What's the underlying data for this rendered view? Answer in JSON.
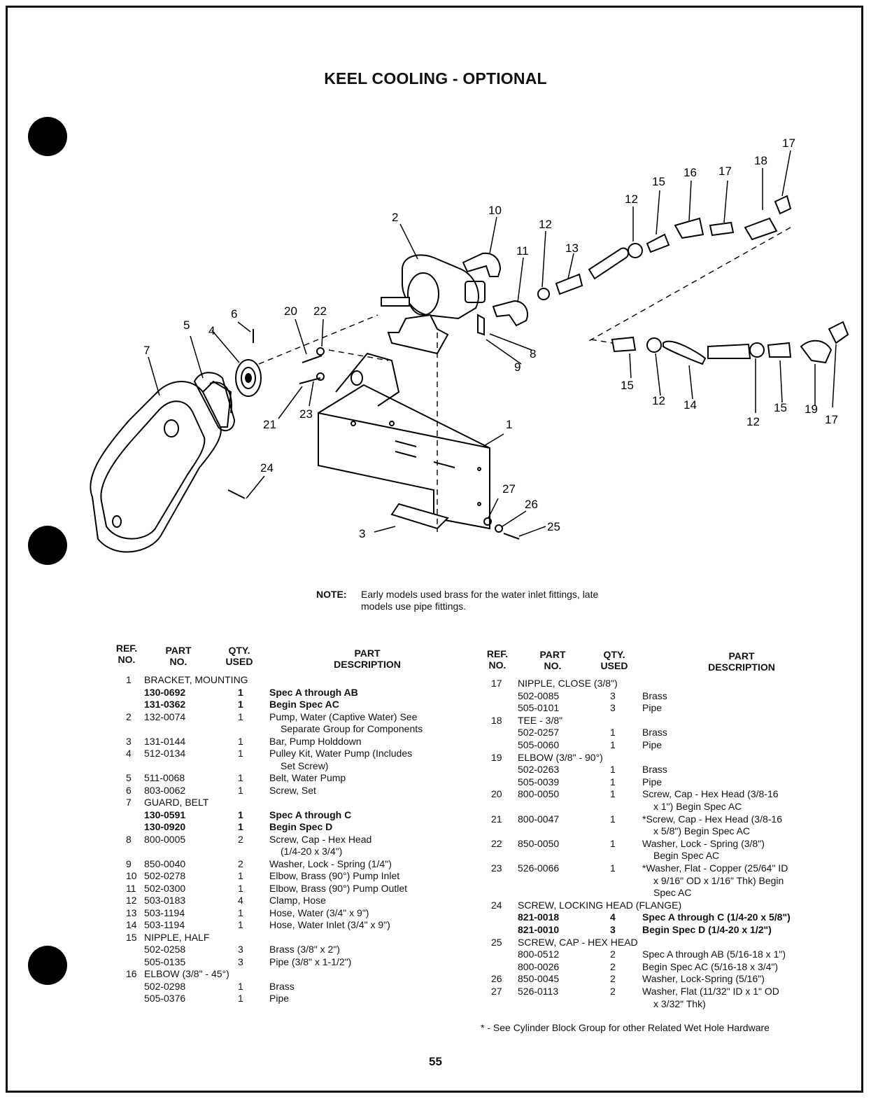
{
  "title": "KEEL COOLING - OPTIONAL",
  "note": {
    "label": "NOTE:",
    "line1": "Early models used brass for the water inlet fittings, late",
    "line2": "models use pipe fittings."
  },
  "headers": {
    "ref": [
      "REF.",
      "NO."
    ],
    "part": [
      "PART",
      "NO."
    ],
    "qty": [
      "QTY.",
      "USED"
    ],
    "desc": [
      "PART",
      "DESCRIPTION"
    ]
  },
  "callouts": [
    "17",
    "18",
    "16",
    "17",
    "15",
    "12",
    "10",
    "2",
    "12",
    "13",
    "11",
    "20",
    "22",
    "6",
    "4",
    "5",
    "7",
    "8",
    "9",
    "21",
    "23",
    "1",
    "15",
    "12",
    "14",
    "12",
    "15",
    "19",
    "17",
    "24",
    "27",
    "26",
    "25",
    "3"
  ],
  "left_rows": [
    {
      "ref": "1",
      "part": "BRACKET, MOUNTING",
      "qty": "",
      "desc": "",
      "cls": "group"
    },
    {
      "ref": "",
      "part": "130-0692",
      "qty": "1",
      "desc": "Spec A through AB",
      "cls": "bold"
    },
    {
      "ref": "",
      "part": "131-0362",
      "qty": "1",
      "desc": "Begin Spec AC",
      "cls": "bold"
    },
    {
      "ref": "2",
      "part": "132-0074",
      "qty": "1",
      "desc": "Pump, Water (Captive Water) See",
      "cls": ""
    },
    {
      "ref": "",
      "part": "",
      "qty": "",
      "desc": "Separate Group for Components",
      "cls": "indent"
    },
    {
      "ref": "3",
      "part": "131-0144",
      "qty": "1",
      "desc": "Bar, Pump Holddown",
      "cls": ""
    },
    {
      "ref": "4",
      "part": "512-0134",
      "qty": "1",
      "desc": "Pulley Kit, Water Pump (Includes",
      "cls": ""
    },
    {
      "ref": "",
      "part": "",
      "qty": "",
      "desc": "Set Screw)",
      "cls": "indent"
    },
    {
      "ref": "5",
      "part": "511-0068",
      "qty": "1",
      "desc": "Belt, Water Pump",
      "cls": ""
    },
    {
      "ref": "6",
      "part": "803-0062",
      "qty": "1",
      "desc": "Screw, Set",
      "cls": ""
    },
    {
      "ref": "7",
      "part": "GUARD, BELT",
      "qty": "",
      "desc": "",
      "cls": "group"
    },
    {
      "ref": "",
      "part": "130-0591",
      "qty": "1",
      "desc": "Spec A through C",
      "cls": "bold"
    },
    {
      "ref": "",
      "part": "130-0920",
      "qty": "1",
      "desc": "Begin Spec D",
      "cls": "bold"
    },
    {
      "ref": "8",
      "part": "800-0005",
      "qty": "2",
      "desc": "Screw, Cap - Hex Head",
      "cls": ""
    },
    {
      "ref": "",
      "part": "",
      "qty": "",
      "desc": "(1/4-20 x 3/4\")",
      "cls": "indent"
    },
    {
      "ref": "9",
      "part": "850-0040",
      "qty": "2",
      "desc": "Washer, Lock - Spring (1/4\")",
      "cls": ""
    },
    {
      "ref": "10",
      "part": "502-0278",
      "qty": "1",
      "desc": "Elbow, Brass (90°) Pump Inlet",
      "cls": ""
    },
    {
      "ref": "11",
      "part": "502-0300",
      "qty": "1",
      "desc": "Elbow, Brass (90°) Pump Outlet",
      "cls": ""
    },
    {
      "ref": "12",
      "part": "503-0183",
      "qty": "4",
      "desc": "Clamp, Hose",
      "cls": ""
    },
    {
      "ref": "13",
      "part": "503-1194",
      "qty": "1",
      "desc": "Hose, Water (3/4\" x 9\")",
      "cls": ""
    },
    {
      "ref": "14",
      "part": "503-1194",
      "qty": "1",
      "desc": "Hose, Water Inlet (3/4\" x 9\")",
      "cls": ""
    },
    {
      "ref": "15",
      "part": "NIPPLE, HALF",
      "qty": "",
      "desc": "",
      "cls": "group"
    },
    {
      "ref": "",
      "part": "502-0258",
      "qty": "3",
      "desc": "Brass (3/8\" x 2\")",
      "cls": ""
    },
    {
      "ref": "",
      "part": "505-0135",
      "qty": "3",
      "desc": "Pipe (3/8\" x 1-1/2\")",
      "cls": ""
    },
    {
      "ref": "16",
      "part": "ELBOW (3/8\" - 45°)",
      "qty": "",
      "desc": "",
      "cls": "group"
    },
    {
      "ref": "",
      "part": "502-0298",
      "qty": "1",
      "desc": "Brass",
      "cls": ""
    },
    {
      "ref": "",
      "part": "505-0376",
      "qty": "1",
      "desc": "Pipe",
      "cls": ""
    }
  ],
  "right_rows": [
    {
      "ref": "17",
      "part": "NIPPLE, CLOSE (3/8\")",
      "qty": "",
      "desc": "",
      "cls": "group"
    },
    {
      "ref": "",
      "part": "502-0085",
      "qty": "3",
      "desc": "Brass",
      "cls": ""
    },
    {
      "ref": "",
      "part": "505-0101",
      "qty": "3",
      "desc": "Pipe",
      "cls": ""
    },
    {
      "ref": "18",
      "part": "TEE - 3/8\"",
      "qty": "",
      "desc": "",
      "cls": "group"
    },
    {
      "ref": "",
      "part": "502-0257",
      "qty": "1",
      "desc": "Brass",
      "cls": ""
    },
    {
      "ref": "",
      "part": "505-0060",
      "qty": "1",
      "desc": "Pipe",
      "cls": ""
    },
    {
      "ref": "19",
      "part": "ELBOW (3/8\" - 90°)",
      "qty": "",
      "desc": "",
      "cls": "group"
    },
    {
      "ref": "",
      "part": "502-0263",
      "qty": "1",
      "desc": "Brass",
      "cls": ""
    },
    {
      "ref": "",
      "part": "505-0039",
      "qty": "1",
      "desc": "Pipe",
      "cls": ""
    },
    {
      "ref": "20",
      "part": "800-0050",
      "qty": "1",
      "desc": "Screw, Cap - Hex Head (3/8-16",
      "cls": ""
    },
    {
      "ref": "",
      "part": "",
      "qty": "",
      "desc": "x 1\") Begin Spec AC",
      "cls": "indent"
    },
    {
      "ref": "21",
      "part": "800-0047",
      "qty": "1",
      "desc": "*Screw, Cap - Hex Head (3/8-16",
      "cls": ""
    },
    {
      "ref": "",
      "part": "",
      "qty": "",
      "desc": "x 5/8\") Begin Spec AC",
      "cls": "indent"
    },
    {
      "ref": "22",
      "part": "850-0050",
      "qty": "1",
      "desc": "Washer, Lock - Spring (3/8\")",
      "cls": ""
    },
    {
      "ref": "",
      "part": "",
      "qty": "",
      "desc": "Begin Spec AC",
      "cls": "indent"
    },
    {
      "ref": "23",
      "part": "526-0066",
      "qty": "1",
      "desc": "*Washer, Flat - Copper (25/64\" ID",
      "cls": ""
    },
    {
      "ref": "",
      "part": "",
      "qty": "",
      "desc": "x 9/16\" OD x 1/16\" Thk) Begin",
      "cls": "indent"
    },
    {
      "ref": "",
      "part": "",
      "qty": "",
      "desc": "Spec AC",
      "cls": "indent"
    },
    {
      "ref": "24",
      "part": "SCREW, LOCKING HEAD (FLANGE)",
      "qty": "",
      "desc": "",
      "cls": "group"
    },
    {
      "ref": "",
      "part": "821-0018",
      "qty": "4",
      "desc": "Spec A through C (1/4-20 x 5/8\")",
      "cls": "bold"
    },
    {
      "ref": "",
      "part": "821-0010",
      "qty": "3",
      "desc": "Begin Spec D (1/4-20 x 1/2\")",
      "cls": "bold"
    },
    {
      "ref": "25",
      "part": "SCREW, CAP - HEX HEAD",
      "qty": "",
      "desc": "",
      "cls": "group"
    },
    {
      "ref": "",
      "part": "800-0512",
      "qty": "2",
      "desc": "Spec A through AB (5/16-18 x 1\")",
      "cls": ""
    },
    {
      "ref": "",
      "part": "800-0026",
      "qty": "2",
      "desc": "Begin Spec AC (5/16-18 x 3/4\")",
      "cls": ""
    },
    {
      "ref": "26",
      "part": "850-0045",
      "qty": "2",
      "desc": "Washer, Lock-Spring (5/16\")",
      "cls": ""
    },
    {
      "ref": "27",
      "part": "526-0113",
      "qty": "2",
      "desc": "Washer, Flat (11/32\" ID x 1\" OD",
      "cls": ""
    },
    {
      "ref": "",
      "part": "",
      "qty": "",
      "desc": "x 3/32\" Thk)",
      "cls": "indent"
    }
  ],
  "footnote": "* - See Cylinder Block Group for other Related Wet Hole Hardware",
  "page_number": "55"
}
